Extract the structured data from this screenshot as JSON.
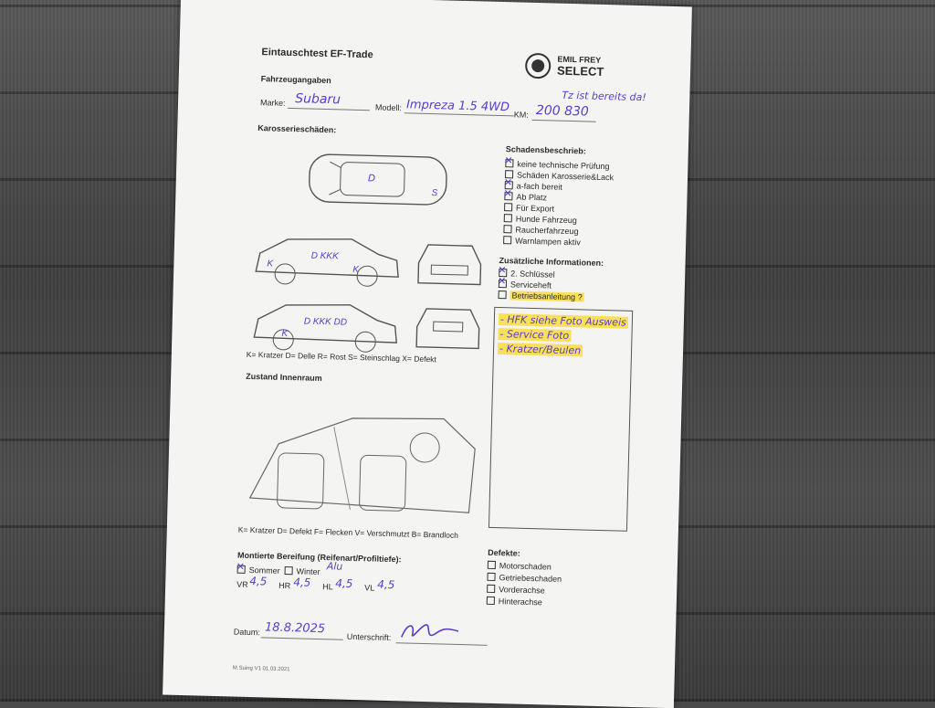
{
  "form": {
    "title": "Eintauschtest EF-Trade",
    "logo_line1": "EMIL FREY",
    "logo_line2": "SELECT",
    "handwritten_note": "Tz ist bereits da!",
    "section_vehicle": "Fahrzeugangaben",
    "marke_label": "Marke:",
    "marke_value": "Subaru",
    "modell_label": "Modell:",
    "modell_value": "Impreza 1.5 4WD",
    "km_label": "KM:",
    "km_value": "200 830",
    "section_body": "Karosserieschäden:",
    "body_legend": "K= Kratzer D= Delle R= Rost S= Steinschlag X= Defekt",
    "section_interior": "Zustand Innenraum",
    "interior_legend": "K= Kratzer D= Defekt F= Flecken V= Verschmutzt B= Brandloch",
    "section_tires": "Montierte Bereifung (Reifenart/Profiltiefe):",
    "tire_summer": "Sommer",
    "tire_winter": "Winter",
    "tire_winter_note": "Alu",
    "tires": [
      {
        "label": "VR",
        "value": "4,5"
      },
      {
        "label": "HR",
        "value": "4,5"
      },
      {
        "label": "HL",
        "value": "4,5"
      },
      {
        "label": "VL",
        "value": "4,5"
      }
    ],
    "datum_label": "Datum:",
    "datum_value": "18.8.2025",
    "signature_label": "Unterschrift:",
    "footer": "M.Suing V1 01.03.2021",
    "damage_title": "Schadensbeschrieb:",
    "damage_items": [
      {
        "label": "keine technische Prüfung",
        "checked": true
      },
      {
        "label": "Schäden Karosserie&Lack",
        "checked": false
      },
      {
        "label": "a-fach bereit",
        "checked": true
      },
      {
        "label": "Ab Platz",
        "checked": true
      },
      {
        "label": "Für Export",
        "checked": false
      },
      {
        "label": "Hunde Fahrzeug",
        "checked": false
      },
      {
        "label": "Raucherfahrzeug",
        "checked": false
      },
      {
        "label": "Warnlampen aktiv",
        "checked": false
      }
    ],
    "extra_title": "Zusätzliche Informationen:",
    "extra_items": [
      {
        "label": "2. Schlüssel",
        "checked": true
      },
      {
        "label": "Serviceheft",
        "checked": true
      },
      {
        "label": "Betriebsanleitung ?",
        "checked": false
      }
    ],
    "notes": [
      "- HFK siehe Foto Ausweis",
      "- Service Foto",
      "- Kratzer/Beulen"
    ],
    "defects_title": "Defekte:",
    "defects": [
      "Motorschaden",
      "Getriebeschaden",
      "Vorderachse",
      "Hinterachse"
    ]
  }
}
